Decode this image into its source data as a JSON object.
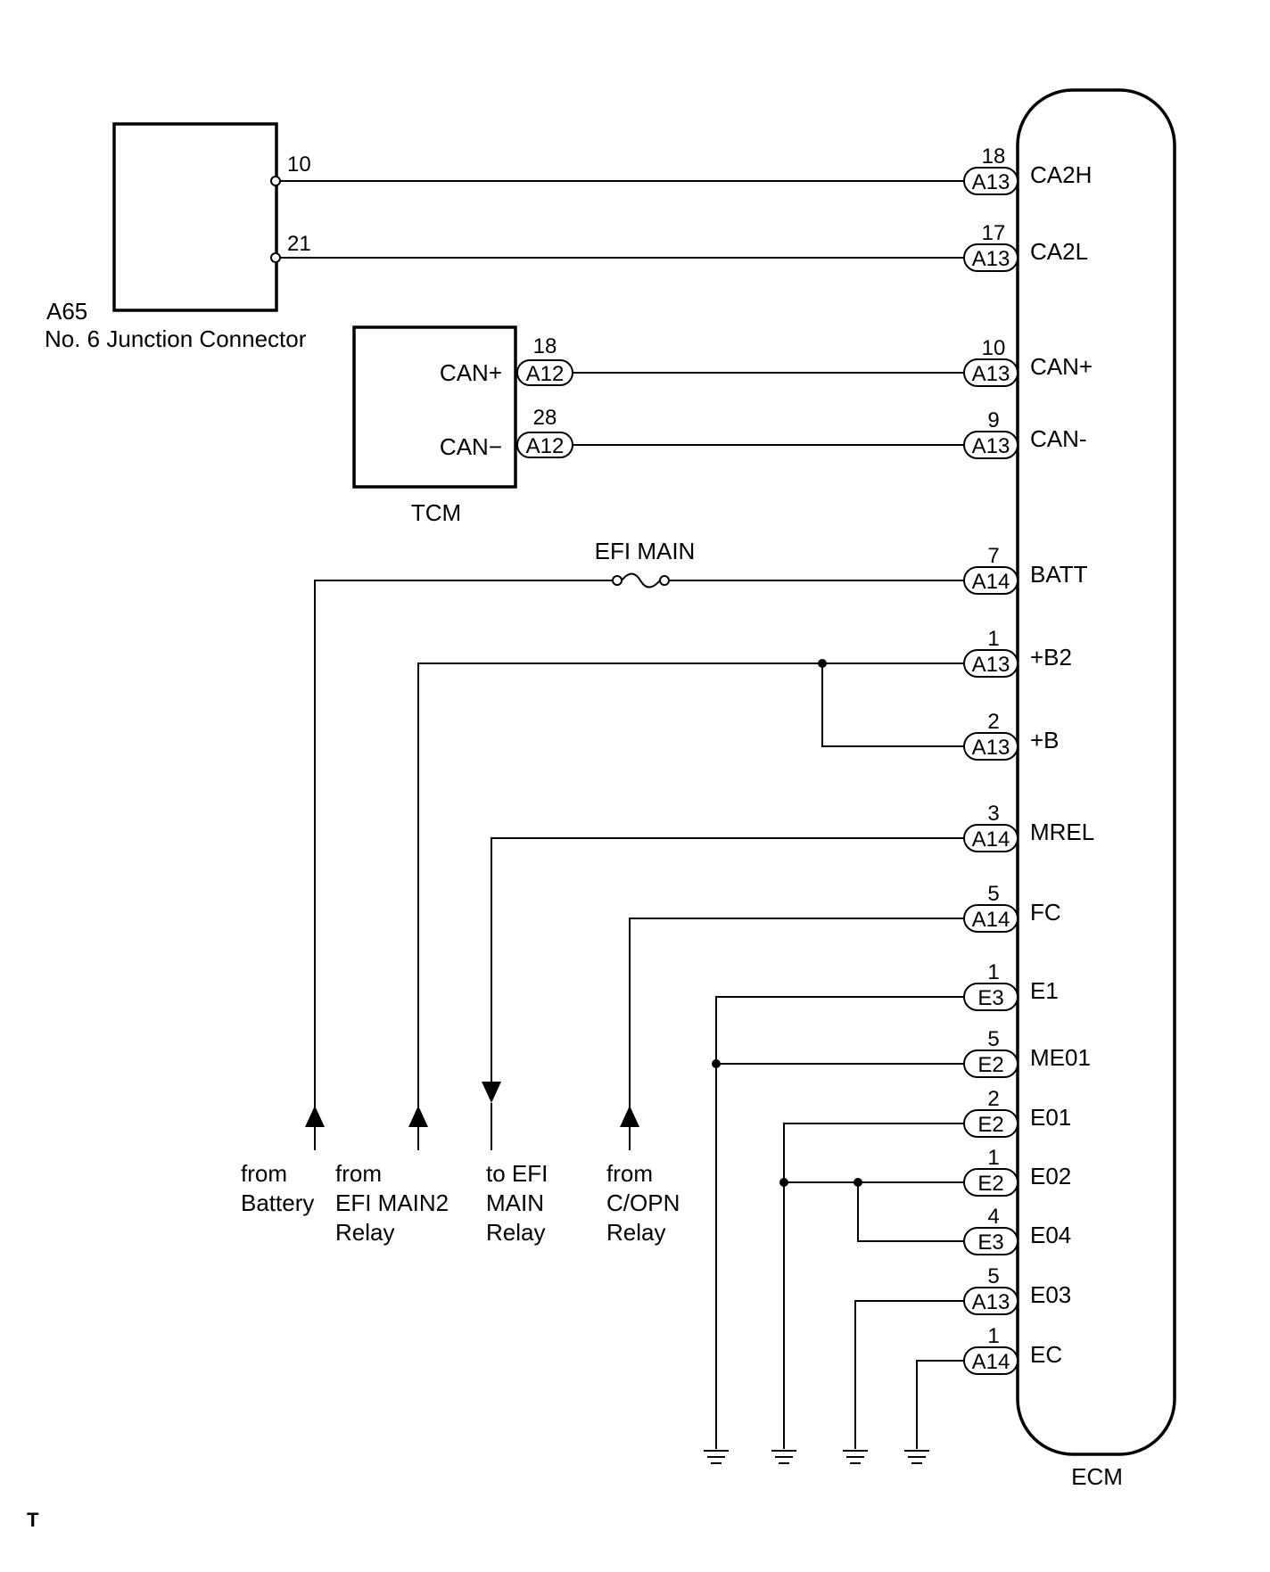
{
  "components": {
    "ecm": {
      "label": "ECM"
    },
    "junction": {
      "id": "A65",
      "name": "No. 6 Junction Connector",
      "pin_a": "10",
      "pin_b": "21"
    },
    "tcm": {
      "label": "TCM",
      "can_plus": "CAN+",
      "can_minus": "CAN−"
    },
    "fuse": {
      "label": "EFI MAIN"
    },
    "footer_mark": "T"
  },
  "tcm_pins": [
    {
      "conn": "A12",
      "pin": "18"
    },
    {
      "conn": "A12",
      "pin": "28"
    }
  ],
  "ecm_pins": [
    {
      "conn": "A13",
      "pin": "18",
      "signal": "CA2H"
    },
    {
      "conn": "A13",
      "pin": "17",
      "signal": "CA2L"
    },
    {
      "conn": "A13",
      "pin": "10",
      "signal": "CAN+"
    },
    {
      "conn": "A13",
      "pin": "9",
      "signal": "CAN-"
    },
    {
      "conn": "A14",
      "pin": "7",
      "signal": "BATT"
    },
    {
      "conn": "A13",
      "pin": "1",
      "signal": "+B2"
    },
    {
      "conn": "A13",
      "pin": "2",
      "signal": "+B"
    },
    {
      "conn": "A14",
      "pin": "3",
      "signal": "MREL"
    },
    {
      "conn": "A14",
      "pin": "5",
      "signal": "FC"
    },
    {
      "conn": "E3",
      "pin": "1",
      "signal": "E1"
    },
    {
      "conn": "E2",
      "pin": "5",
      "signal": "ME01"
    },
    {
      "conn": "E2",
      "pin": "2",
      "signal": "E01"
    },
    {
      "conn": "E2",
      "pin": "1",
      "signal": "E02"
    },
    {
      "conn": "E3",
      "pin": "4",
      "signal": "E04"
    },
    {
      "conn": "A13",
      "pin": "5",
      "signal": "E03"
    },
    {
      "conn": "A14",
      "pin": "1",
      "signal": "EC"
    }
  ],
  "external_leads": [
    {
      "lines": [
        "from",
        "Battery"
      ],
      "direction": "up"
    },
    {
      "lines": [
        "from",
        "EFI MAIN2",
        "Relay"
      ],
      "direction": "up"
    },
    {
      "lines": [
        "to EFI",
        "MAIN",
        "Relay"
      ],
      "direction": "down"
    },
    {
      "lines": [
        "from",
        "C/OPN",
        "Relay"
      ],
      "direction": "up"
    }
  ]
}
